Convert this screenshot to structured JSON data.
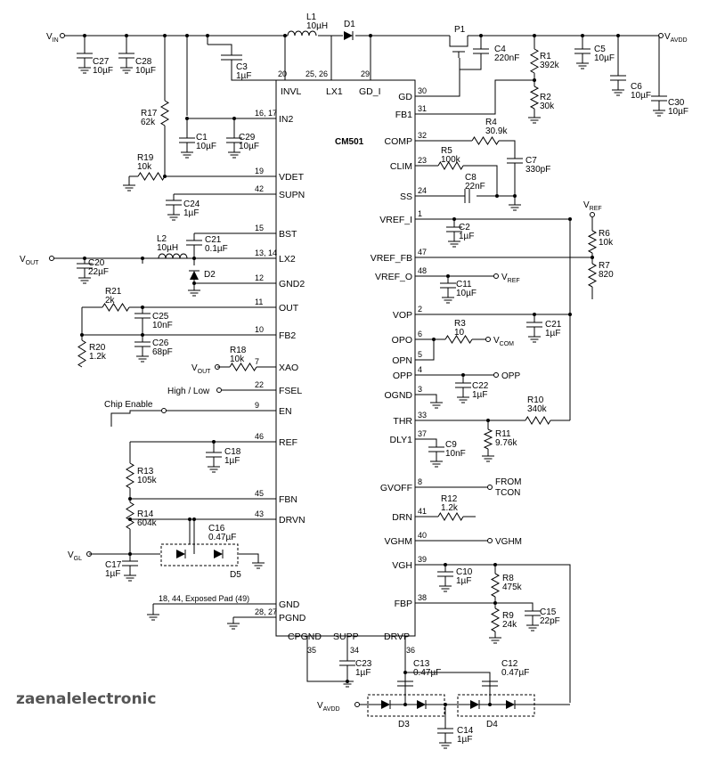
{
  "chip": {
    "name": "CM501"
  },
  "ic_left_pins": [
    {
      "name": "IN2",
      "num": "16, 17"
    },
    {
      "name": "VDET",
      "num": "19"
    },
    {
      "name": "SUPN",
      "num": "42"
    },
    {
      "name": "BST",
      "num": "15"
    },
    {
      "name": "LX2",
      "num": "13, 14"
    },
    {
      "name": "GND2",
      "num": "12"
    },
    {
      "name": "OUT",
      "num": "11"
    },
    {
      "name": "FB2",
      "num": "10"
    },
    {
      "name": "XAO",
      "num": "7"
    },
    {
      "name": "FSEL",
      "num": "22"
    },
    {
      "name": "EN",
      "num": "9"
    },
    {
      "name": "REF",
      "num": "46"
    },
    {
      "name": "FBN",
      "num": "45"
    },
    {
      "name": "DRVN",
      "num": "43"
    },
    {
      "name": "GND",
      "num": "18, 44, Exposed Pad (49)"
    },
    {
      "name": "PGND",
      "num": "28, 27"
    }
  ],
  "ic_right_pins": [
    {
      "name": "GD",
      "num": "30"
    },
    {
      "name": "FB1",
      "num": "31"
    },
    {
      "name": "COMP",
      "num": "32"
    },
    {
      "name": "CLIM",
      "num": "23"
    },
    {
      "name": "SS",
      "num": "24"
    },
    {
      "name": "VREF_I",
      "num": "1"
    },
    {
      "name": "VREF_FB",
      "num": "47"
    },
    {
      "name": "VREF_O",
      "num": "48"
    },
    {
      "name": "VOP",
      "num": "2"
    },
    {
      "name": "OPO",
      "num": "6"
    },
    {
      "name": "OPN",
      "num": "5"
    },
    {
      "name": "OPP",
      "num": "4"
    },
    {
      "name": "OGND",
      "num": "3"
    },
    {
      "name": "THR",
      "num": "33"
    },
    {
      "name": "DLY1",
      "num": "37"
    },
    {
      "name": "GVOFF",
      "num": "8"
    },
    {
      "name": "DRN",
      "num": "41"
    },
    {
      "name": "VGHM",
      "num": "40"
    },
    {
      "name": "VGH",
      "num": "39"
    },
    {
      "name": "FBP",
      "num": "38"
    }
  ],
  "ic_top_pins": [
    {
      "name": "INVL",
      "num": "20"
    },
    {
      "name": "LX1",
      "num": "25, 26"
    },
    {
      "name": "GD_I",
      "num": "29"
    }
  ],
  "ic_bottom_pins": [
    {
      "name": "CPGND",
      "num": "35"
    },
    {
      "name": "SUPP",
      "num": "34"
    },
    {
      "name": "DRVP",
      "num": "36"
    }
  ],
  "components": [
    {
      "ref": "L1",
      "value": "10µH"
    },
    {
      "ref": "D1",
      "value": ""
    },
    {
      "ref": "P1",
      "value": ""
    },
    {
      "ref": "C4",
      "value": "220nF"
    },
    {
      "ref": "R1",
      "value": "392k"
    },
    {
      "ref": "C5",
      "value": "10µF"
    },
    {
      "ref": "C6",
      "value": "10µF"
    },
    {
      "ref": "C30",
      "value": "10µF"
    },
    {
      "ref": "R2",
      "value": "30k"
    },
    {
      "ref": "C27",
      "value": "10µF"
    },
    {
      "ref": "C28",
      "value": "10µF"
    },
    {
      "ref": "C3",
      "value": "1µF"
    },
    {
      "ref": "R17",
      "value": "62k"
    },
    {
      "ref": "C1",
      "value": "10µF"
    },
    {
      "ref": "C29",
      "value": "10µF"
    },
    {
      "ref": "R19",
      "value": "10k"
    },
    {
      "ref": "C24",
      "value": "1µF"
    },
    {
      "ref": "L2",
      "value": "10µH"
    },
    {
      "ref": "C21",
      "value": "0.1µF"
    },
    {
      "ref": "D2",
      "value": ""
    },
    {
      "ref": "C20",
      "value": "22µF"
    },
    {
      "ref": "R21",
      "value": "2k"
    },
    {
      "ref": "C25",
      "value": "10nF"
    },
    {
      "ref": "R20",
      "value": "1.2k"
    },
    {
      "ref": "C26",
      "value": "68pF"
    },
    {
      "ref": "R18",
      "value": "10k"
    },
    {
      "ref": "C18",
      "value": "1µF"
    },
    {
      "ref": "R13",
      "value": "105k"
    },
    {
      "ref": "R14",
      "value": "604k"
    },
    {
      "ref": "C16",
      "value": "0.47µF"
    },
    {
      "ref": "D5",
      "value": ""
    },
    {
      "ref": "C17",
      "value": "1µF"
    },
    {
      "ref": "R4",
      "value": "30.9k"
    },
    {
      "ref": "C7",
      "value": "330pF"
    },
    {
      "ref": "R5",
      "value": "100k"
    },
    {
      "ref": "C8",
      "value": "22nF"
    },
    {
      "ref": "C2",
      "value": "1µF"
    },
    {
      "ref": "R6",
      "value": "10k"
    },
    {
      "ref": "R7",
      "value": "820"
    },
    {
      "ref": "C11",
      "value": "10µF"
    },
    {
      "ref": "R3",
      "value": "10"
    },
    {
      "ref": "C21b",
      "value": "1µF"
    },
    {
      "ref": "C22",
      "value": "1µF"
    },
    {
      "ref": "R10",
      "value": "340k"
    },
    {
      "ref": "R11",
      "value": "9.76k"
    },
    {
      "ref": "C9",
      "value": "10nF"
    },
    {
      "ref": "R12",
      "value": "1.2k"
    },
    {
      "ref": "C10",
      "value": "1µF"
    },
    {
      "ref": "R8",
      "value": "475k"
    },
    {
      "ref": "R9",
      "value": "24k"
    },
    {
      "ref": "C15",
      "value": "22pF"
    },
    {
      "ref": "C23",
      "value": "1µF"
    },
    {
      "ref": "C13",
      "value": "0.47µF"
    },
    {
      "ref": "C12",
      "value": "0.47µF"
    },
    {
      "ref": "D3",
      "value": ""
    },
    {
      "ref": "D4",
      "value": ""
    },
    {
      "ref": "C14",
      "value": "1µF"
    }
  ],
  "net_labels": {
    "vin": "V",
    "vin_sub": "IN",
    "vavdd": "V",
    "vavdd_sub": "AVDD",
    "vout": "V",
    "vout_sub": "OUT",
    "vout_xao": "V",
    "vout_xao_sub": "OUT",
    "vgl": "V",
    "vgl_sub": "GL",
    "vref_top": "V",
    "vref_top_sub": "REF",
    "vref_o": "V",
    "vref_o_sub": "REF",
    "vcom": "V",
    "vcom_sub": "COM",
    "opp": "OPP",
    "from_tcon_1": "FROM",
    "from_tcon_2": "TCON",
    "vghm": "VGHM",
    "vavdd_bottom": "V",
    "vavdd_bottom_sub": "AVDD",
    "fsel": "High / Low",
    "chip_enable": "Chip Enable"
  },
  "watermark": "zaenalelectronic"
}
